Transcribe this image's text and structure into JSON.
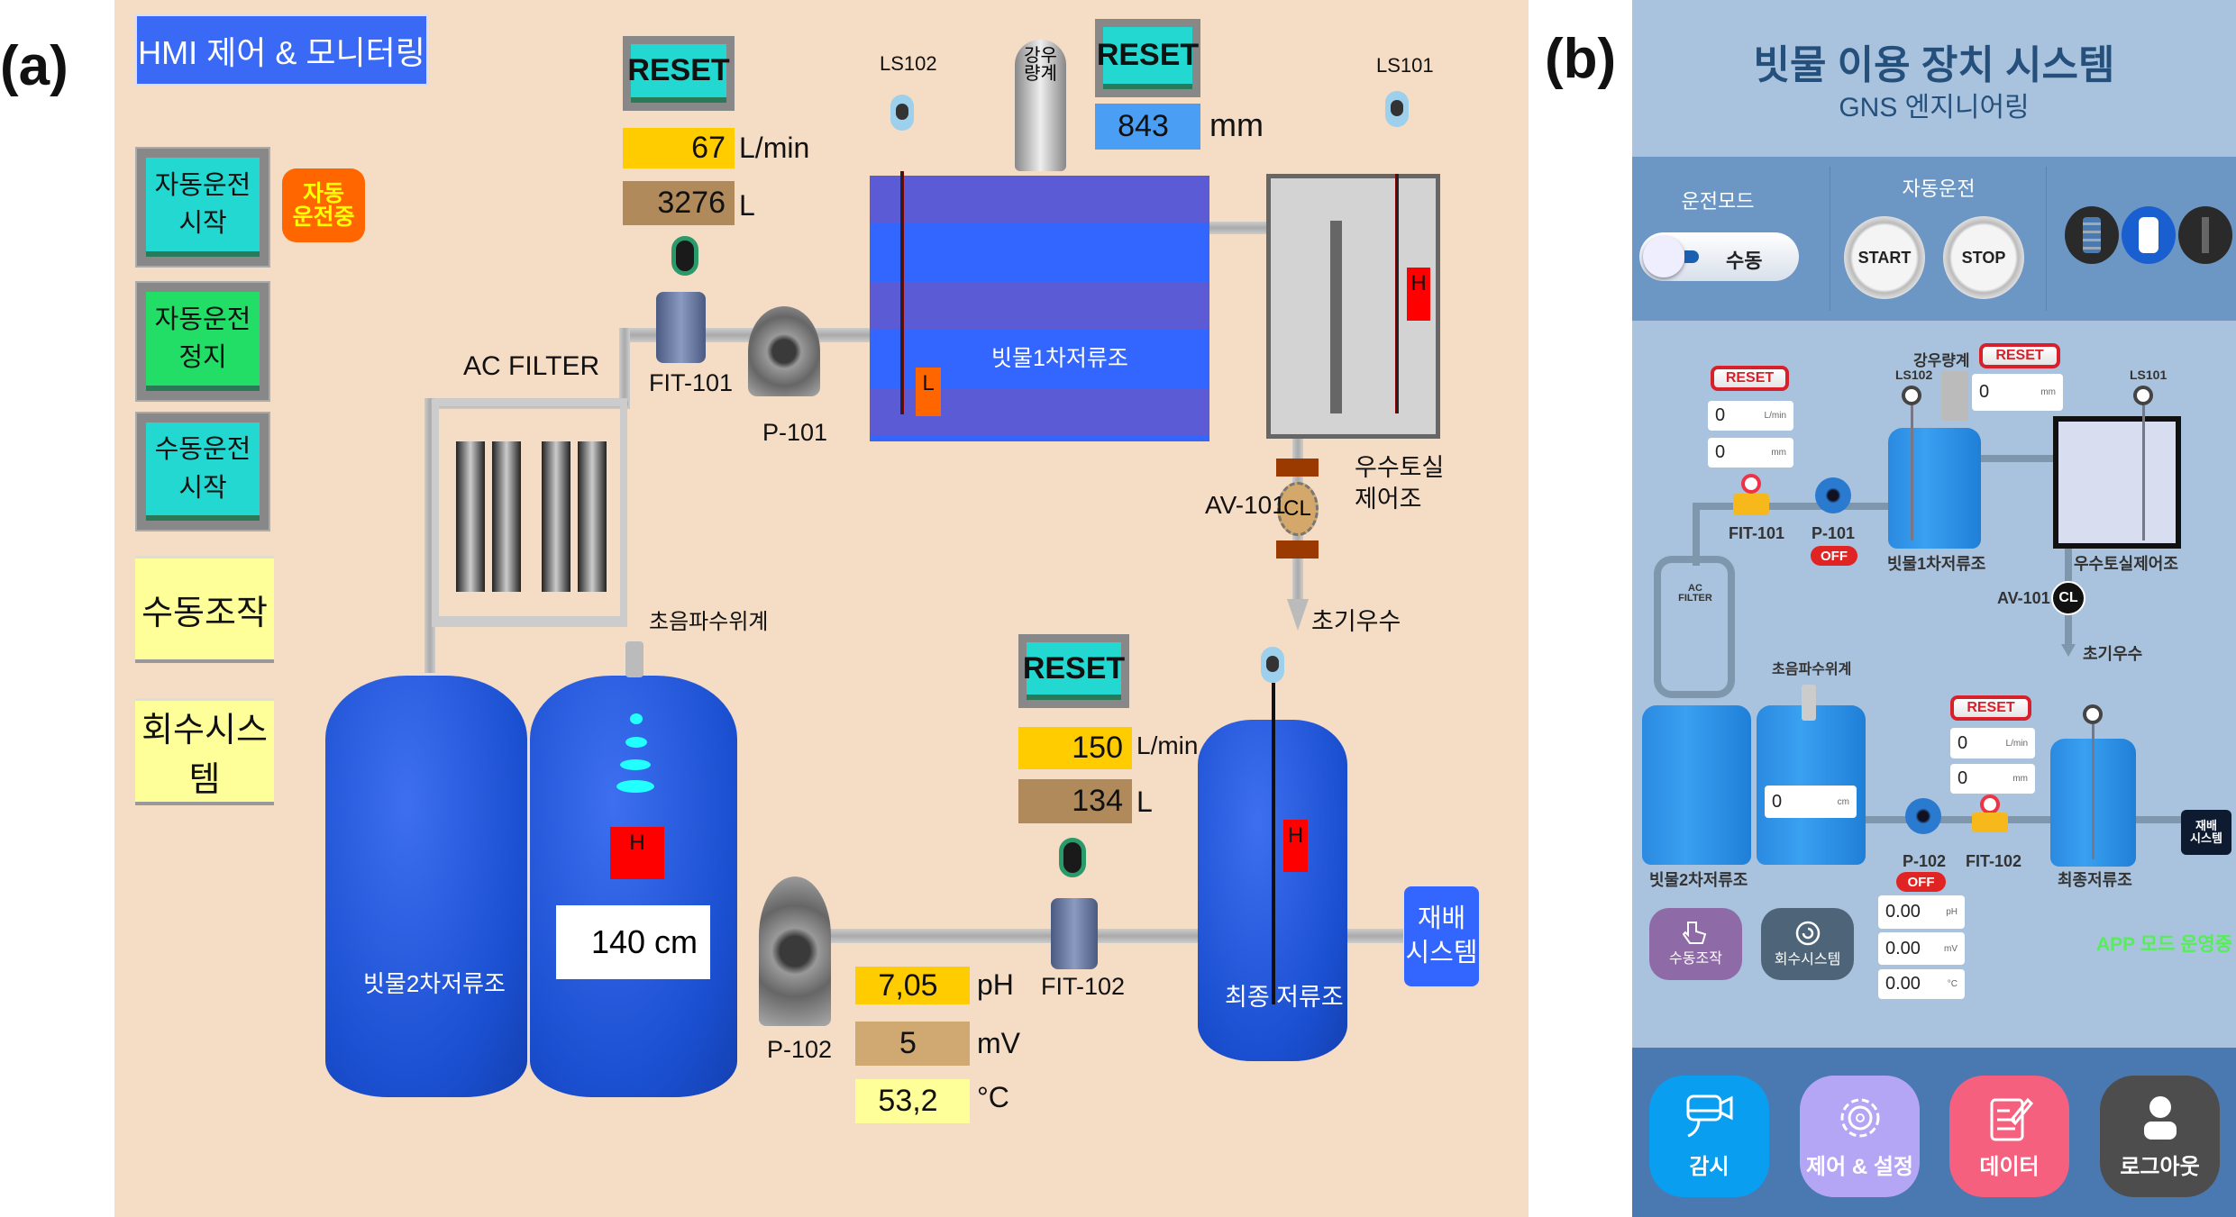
{
  "figure_labels": {
    "a": "(a)",
    "b": "(b)"
  },
  "hmi": {
    "title": "HMI 제어 & 모니터링",
    "auto_start": {
      "line1": "자동운전",
      "line2": "시작"
    },
    "auto_stop": {
      "line1": "자동운전",
      "line2": "정지"
    },
    "manual_start": {
      "line1": "수동운전",
      "line2": "시작"
    },
    "auto_running": {
      "line1": "자동",
      "line2": "운전중"
    },
    "manual_op": "수동조작",
    "recovery_system": "회수시스템",
    "reset_label": "RESET",
    "fit101": {
      "label": "FIT-101",
      "flow": "67",
      "flow_unit": "L/min",
      "total": "3276",
      "total_unit": "L"
    },
    "p101": "P-101",
    "ac_filter": "AC  FILTER",
    "ultrasonic": "초음파수위계",
    "ls102": "LS102",
    "ls101": "LS101",
    "rain_gauge": {
      "line1": "강우",
      "line2": "량계",
      "value": "843",
      "unit": "mm"
    },
    "tank1": "빗물1차저류조",
    "level_low": "L",
    "level_high": "H",
    "overflow_tank": {
      "line1": "우수토실",
      "line2": "제어조"
    },
    "av101": {
      "label": "AV-101",
      "state": "CL"
    },
    "first_flush": "초기우수",
    "tank2": "빗물2차저류조",
    "tank2_level": "140 cm",
    "fit102": {
      "label": "FIT-102",
      "flow": "150",
      "flow_unit": "L/min",
      "total": "134",
      "total_unit": "L"
    },
    "p102": "P-102",
    "ph": {
      "value": "7,05",
      "unit": "pH"
    },
    "mv": {
      "value": "5",
      "unit": "mV"
    },
    "temp": {
      "value": "53,2",
      "unit": "°C"
    },
    "final_tank": "최종 저류조",
    "cultivation": {
      "line1": "재배",
      "line2": "시스템"
    }
  },
  "app": {
    "title": "빗물 이용 장치 시스템",
    "subtitle": "GNS 엔지니어링",
    "mode_label": "운전모드",
    "mode_value": "수동",
    "auto_label": "자동운전",
    "start": "START",
    "stop": "STOP",
    "reset_label": "RESET",
    "fit101": {
      "label": "FIT-101",
      "flow": "0",
      "flow_unit": "L/min",
      "total": "0",
      "total_unit": "mm"
    },
    "p101": {
      "label": "P-101",
      "state": "OFF"
    },
    "rain_gauge": {
      "label": "강우량계",
      "value": "0",
      "unit": "mm"
    },
    "ls102": "LS102",
    "ls101": "LS101",
    "tank1": "빗물1차저류조",
    "overflow_tank": "우수토실제어조",
    "av101": {
      "label": "AV-101",
      "state": "CL"
    },
    "first_flush": "초기우수",
    "ac_filter": {
      "line1": "AC",
      "line2": "FILTER"
    },
    "ultrasonic": "초음파수위계",
    "tank2": "빗물2차저류조",
    "tank2_level": {
      "value": "0",
      "unit": "cm"
    },
    "p102": {
      "label": "P-102",
      "state": "OFF"
    },
    "fit102": {
      "label": "FIT-102",
      "flow": "0",
      "flow_unit": "L/min",
      "total": "0",
      "total_unit": "mm"
    },
    "final_tank": "최종저류조",
    "cultivation": {
      "line1": "재배",
      "line2": "시스템"
    },
    "manual_op": "수동조작",
    "recovery_system": "회수시스템",
    "ph": {
      "value": "0.00",
      "unit": "pH"
    },
    "mv": {
      "value": "0.00",
      "unit": "mV"
    },
    "temp": {
      "value": "0.00",
      "unit": "°C"
    },
    "app_mode_status": "APP 모드 운영중",
    "nav": [
      {
        "label": "감시",
        "icon": "camera-icon",
        "color": "#0a9ef0"
      },
      {
        "label": "제어 & 설정",
        "icon": "gear-icon",
        "color": "#b4a6f5"
      },
      {
        "label": "데이터",
        "icon": "document-edit-icon",
        "color": "#f4607e"
      },
      {
        "label": "로그아웃",
        "icon": "user-icon",
        "color": "#4d4d4d"
      }
    ]
  }
}
